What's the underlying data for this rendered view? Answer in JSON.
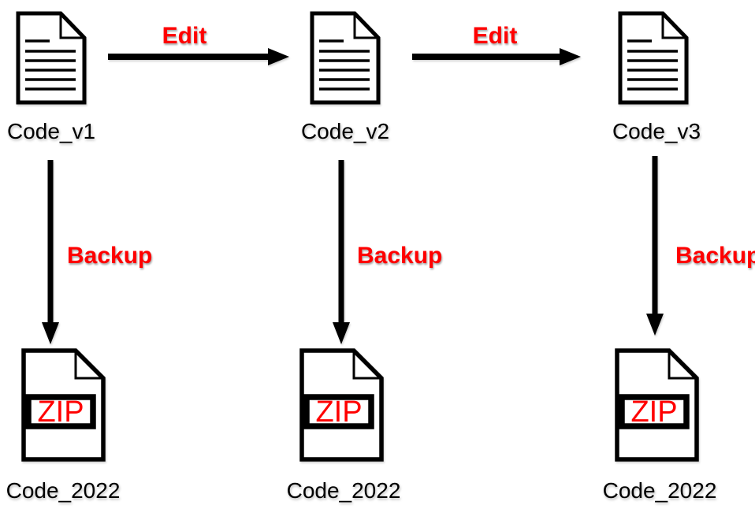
{
  "labels": {
    "edit": "Edit",
    "backup": "Backup",
    "zip": "ZIP"
  },
  "colors": {
    "accent_red": "#FF0000",
    "ink_black": "#000000",
    "background": "#FFFFFF"
  },
  "columns": [
    {
      "source_label": "Code_v1",
      "backup_label": "Code_2022"
    },
    {
      "source_label": "Code_v2",
      "backup_label": "Code_2022"
    },
    {
      "source_label": "Code_v3",
      "backup_label": "Code_2022"
    }
  ]
}
